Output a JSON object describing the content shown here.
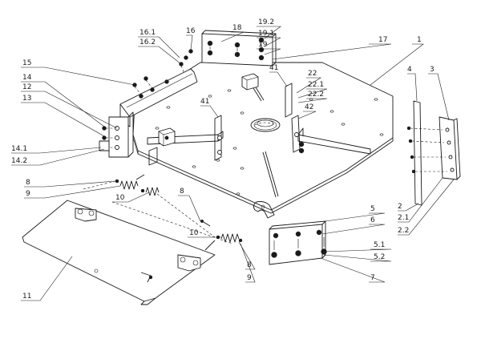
{
  "callouts": [
    {
      "key": "c18",
      "label": "18"
    },
    {
      "key": "c19_2",
      "label": "19.2"
    },
    {
      "key": "c19_1",
      "label": "19.1"
    },
    {
      "key": "c19",
      "label": "19"
    },
    {
      "key": "c17",
      "label": "17"
    },
    {
      "key": "c1",
      "label": "1"
    },
    {
      "key": "c16_1",
      "label": "16.1"
    },
    {
      "key": "c16",
      "label": "16"
    },
    {
      "key": "c16_2",
      "label": "16.2"
    },
    {
      "key": "c15",
      "label": "15"
    },
    {
      "key": "c14",
      "label": "14"
    },
    {
      "key": "c12",
      "label": "12"
    },
    {
      "key": "c13",
      "label": "13"
    },
    {
      "key": "c14_1",
      "label": "14.1"
    },
    {
      "key": "c14_2",
      "label": "14.2"
    },
    {
      "key": "c41a",
      "label": "41"
    },
    {
      "key": "c22",
      "label": "22"
    },
    {
      "key": "c22_1",
      "label": "22.1"
    },
    {
      "key": "c22_2",
      "label": "22.2"
    },
    {
      "key": "c41b",
      "label": "41"
    },
    {
      "key": "c42",
      "label": "42"
    },
    {
      "key": "c4",
      "label": "4"
    },
    {
      "key": "c3",
      "label": "3"
    },
    {
      "key": "c8a",
      "label": "8"
    },
    {
      "key": "c9a",
      "label": "9"
    },
    {
      "key": "c10a",
      "label": "10"
    },
    {
      "key": "c8b",
      "label": "8"
    },
    {
      "key": "c10b",
      "label": "10"
    },
    {
      "key": "c8c",
      "label": "8"
    },
    {
      "key": "c9b",
      "label": "9"
    },
    {
      "key": "c5",
      "label": "5"
    },
    {
      "key": "c6",
      "label": "6"
    },
    {
      "key": "c5_1",
      "label": "5.1"
    },
    {
      "key": "c5_2",
      "label": "5.2"
    },
    {
      "key": "c7",
      "label": "7"
    },
    {
      "key": "c2",
      "label": "2"
    },
    {
      "key": "c2_1",
      "label": "2.1"
    },
    {
      "key": "c2_2",
      "label": "2.2"
    },
    {
      "key": "c11",
      "label": "11"
    }
  ]
}
